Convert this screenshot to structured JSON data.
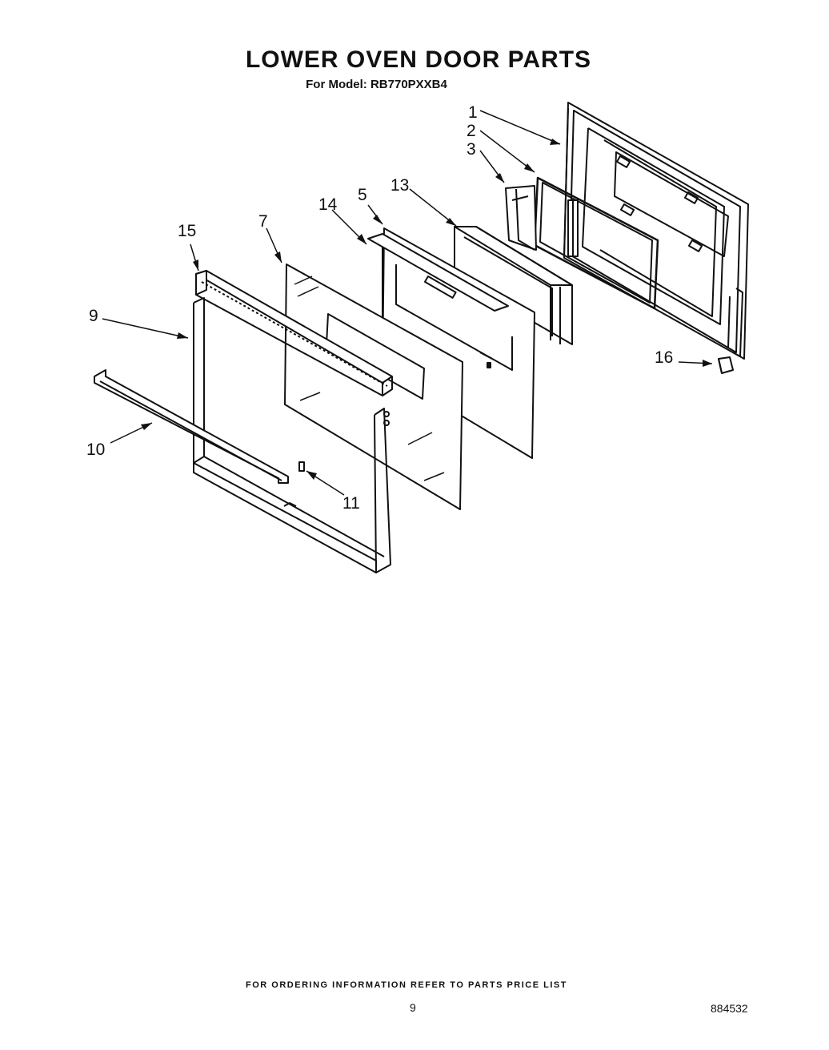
{
  "header": {
    "title": "LOWER OVEN DOOR PARTS",
    "model_line": "For Model: RB770PXXB4"
  },
  "callouts": {
    "c1": "1",
    "c2": "2",
    "c3": "3",
    "c5": "5",
    "c7": "7",
    "c9": "9",
    "c10": "10",
    "c11": "11",
    "c13": "13",
    "c14": "14",
    "c15": "15",
    "c16": "16"
  },
  "footer": {
    "ordering_note": "FOR ORDERING INFORMATION REFER TO PARTS PRICE LIST",
    "page_number": "9",
    "document_number": "884532"
  }
}
